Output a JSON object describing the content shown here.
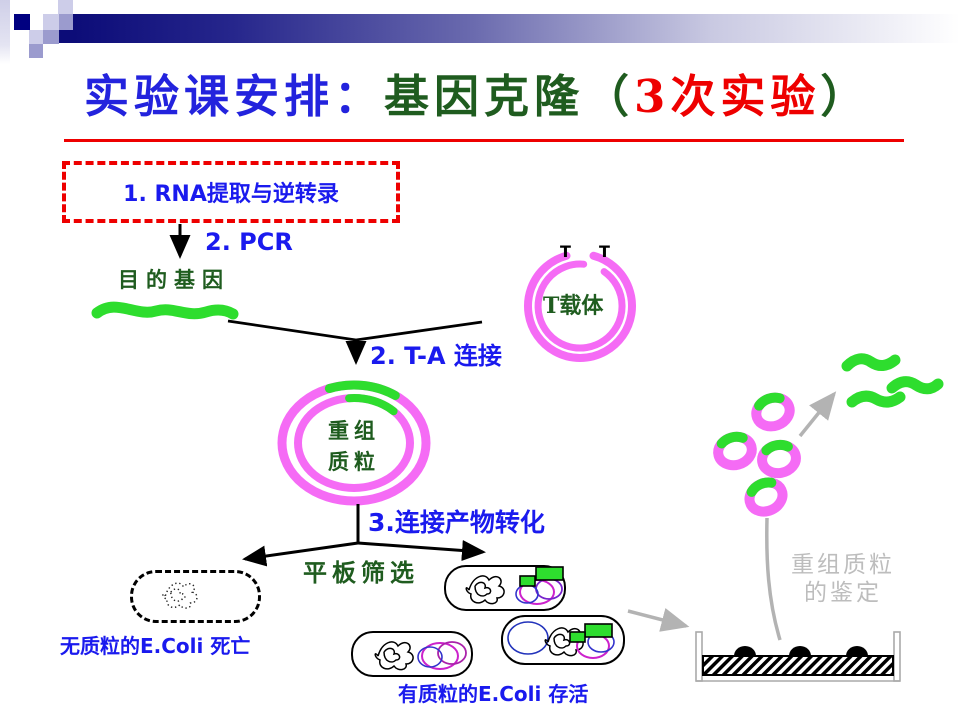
{
  "colors": {
    "title_blue": "#2323dd",
    "dark_green": "#1f5c1f",
    "red": "#ee0000",
    "text_blue": "#1a1aee",
    "magenta": "#f express56bf5",
    "bright_green": "#2edd2e",
    "gray_line": "#b3b3b3",
    "gray_text": "#bdbdbd",
    "navy": "#0c0c78"
  },
  "title": {
    "part_blue": "实验课安排：",
    "part_green": "基因克隆",
    "paren_open": "（",
    "part_red": "3次实验",
    "paren_close": "）"
  },
  "steps": {
    "step1": "1. RNA提取与逆转录",
    "step2_pcr": "2. PCR",
    "step2_ta": "2. T-A 连接",
    "step3": "3.连接产物转化"
  },
  "labels": {
    "target_gene": "目的基因",
    "t_left": "T",
    "t_right": "T",
    "t_vector": "T载体",
    "recomb_line1": "重组",
    "recomb_line2": "质粒",
    "plate_screen": "平板筛选",
    "no_plasmid": "无质粒的E.Coli 死亡",
    "with_plasmid": "有质粒的E.Coli 存活",
    "identify_line1": "重组质粒",
    "identify_line2": "的鉴定"
  }
}
